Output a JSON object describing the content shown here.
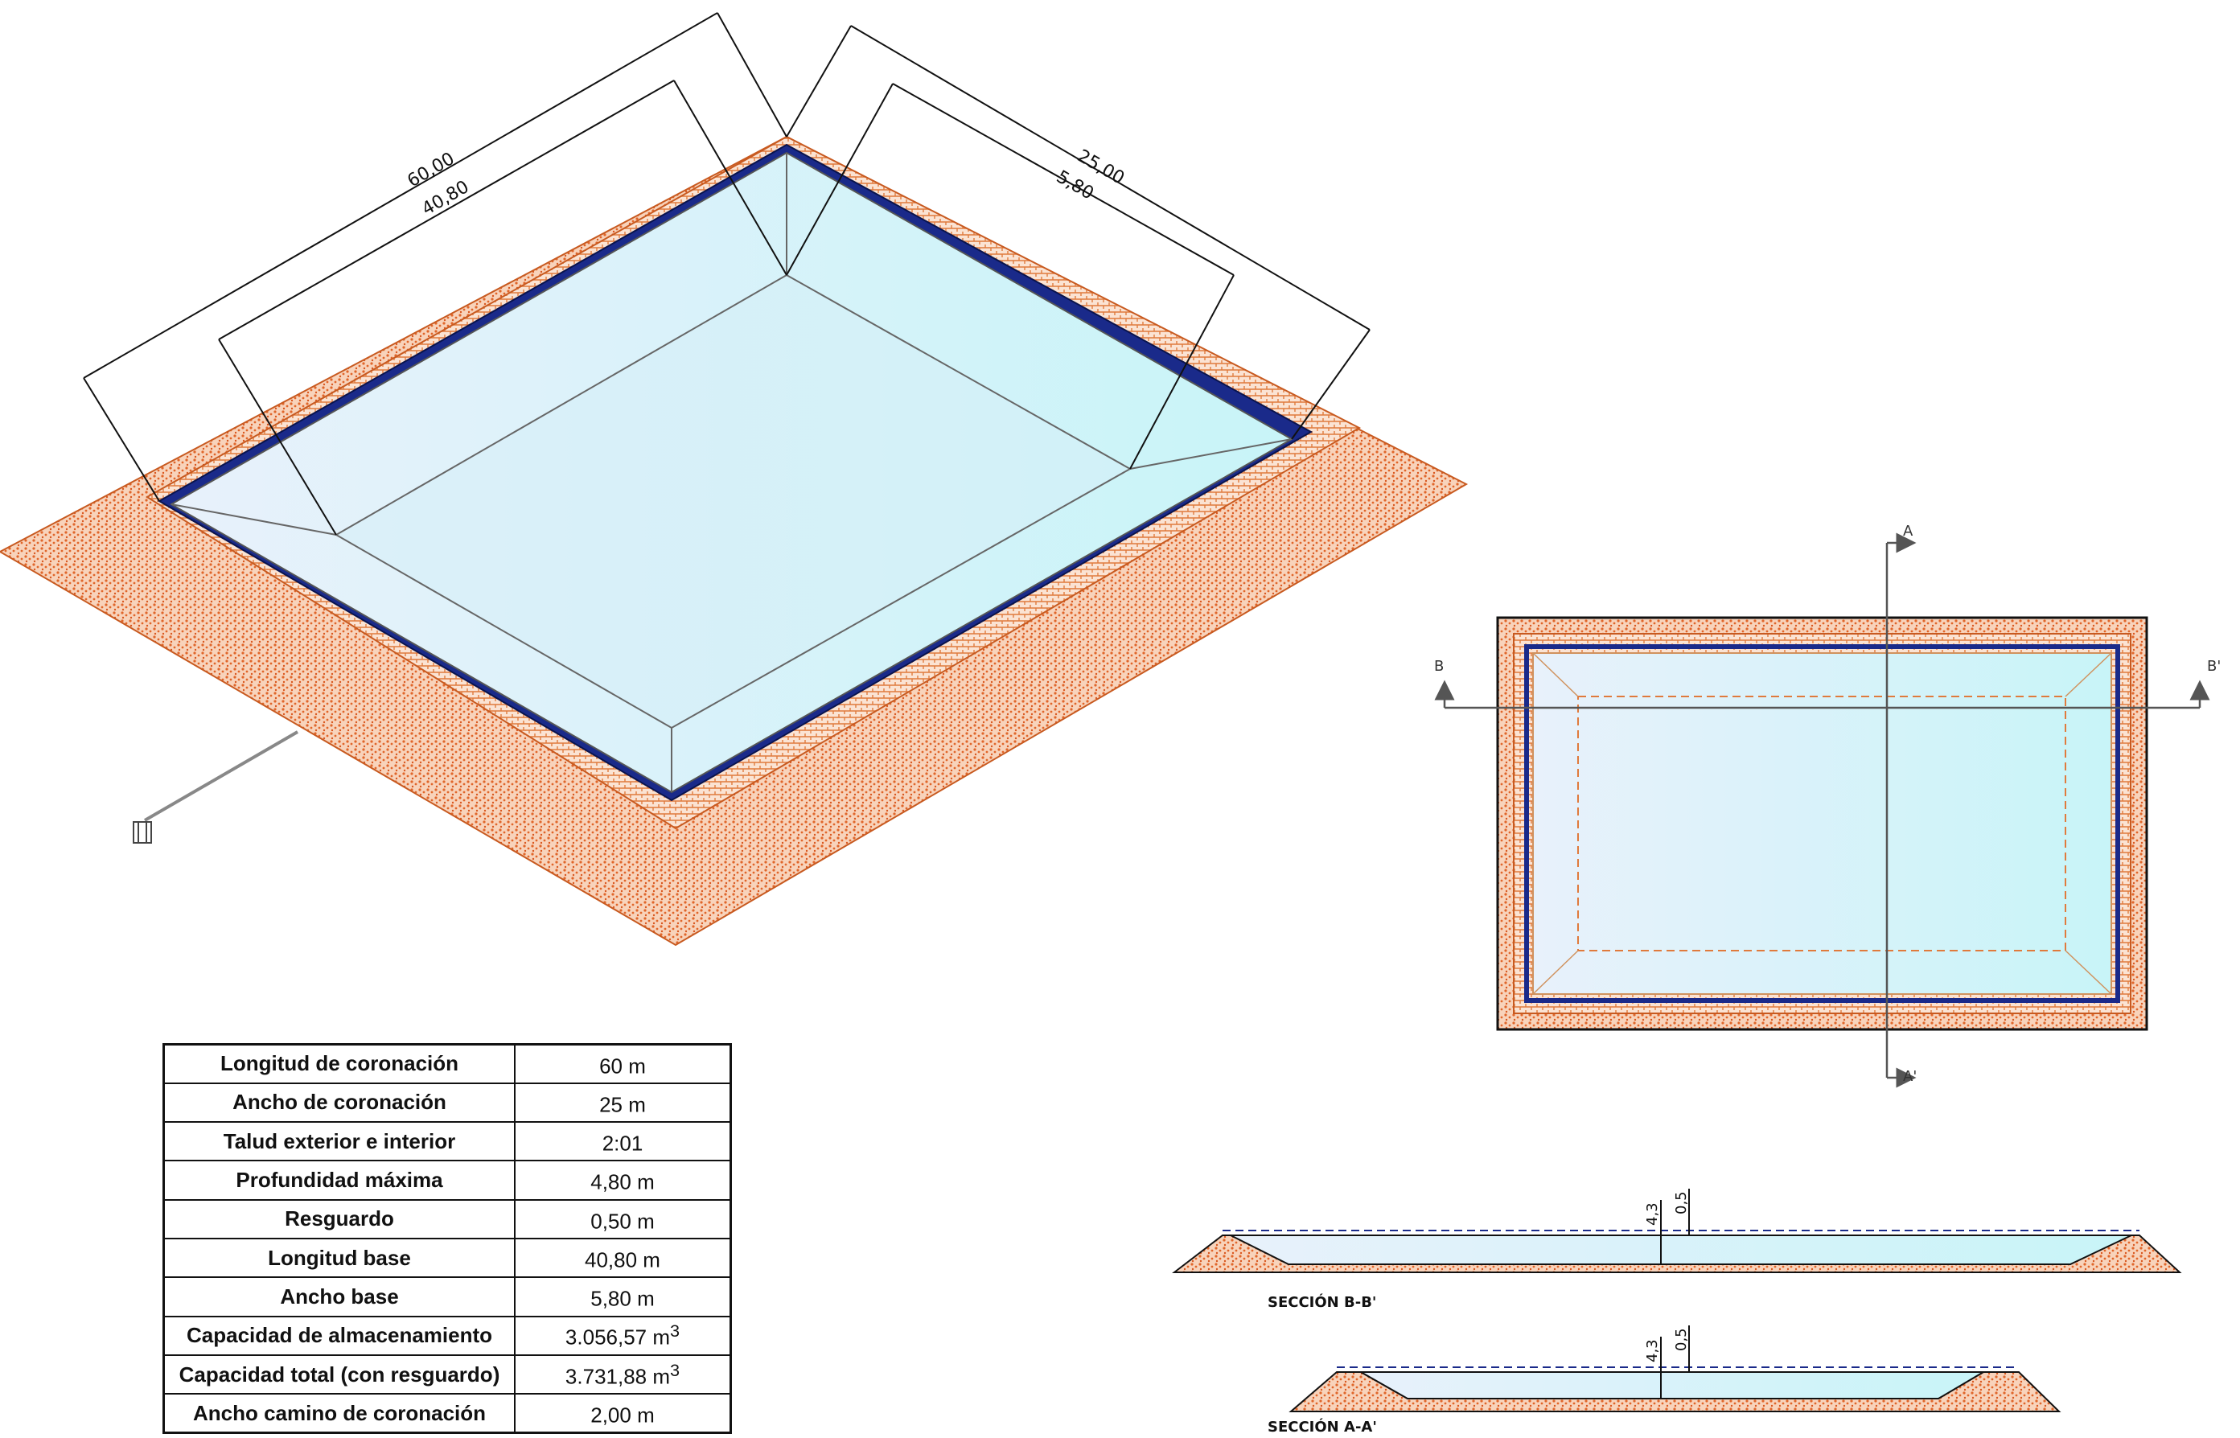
{
  "iso_view": {
    "dims": [
      "60,00",
      "40,80",
      "25,00",
      "5,80"
    ]
  },
  "plan_view": {
    "axis_labels": {
      "a_top": "A",
      "a_bottom": "A'",
      "b_left": "B",
      "b_right": "B'"
    }
  },
  "sections": [
    {
      "label": "SECCIÓN B-B'",
      "depth": "4,3",
      "freeboard": "0,5"
    },
    {
      "label": "SECCIÓN A-A'",
      "depth": "4,3",
      "freeboard": "0,5"
    }
  ],
  "table": {
    "rows": [
      {
        "label": "Longitud de coronación",
        "value": "60 m",
        "sup": ""
      },
      {
        "label": "Ancho de coronación",
        "value": "25 m",
        "sup": ""
      },
      {
        "label": "Talud exterior e interior",
        "value": "2:01",
        "sup": ""
      },
      {
        "label": "Profundidad máxima",
        "value": "4,80 m",
        "sup": ""
      },
      {
        "label": "Resguardo",
        "value": "0,50 m",
        "sup": ""
      },
      {
        "label": "Longitud base",
        "value": "40,80 m",
        "sup": ""
      },
      {
        "label": "Ancho base",
        "value": "5,80 m",
        "sup": ""
      },
      {
        "label": "Capacidad de almacenamiento",
        "value": "3.056,57 m",
        "sup": "3"
      },
      {
        "label": "Capacidad total (con resguardo)",
        "value": "3.731,88 m",
        "sup": "3"
      },
      {
        "label": "Ancho camino de coronación",
        "value": "2,00 m",
        "sup": ""
      }
    ]
  },
  "colors": {
    "earth": "#e07a3c",
    "crown": "#f3b08a",
    "water_light": "#e8f4fb",
    "water_cyan": "#c9f3f8",
    "liner": "#1a2a8a",
    "line": "#111111"
  }
}
